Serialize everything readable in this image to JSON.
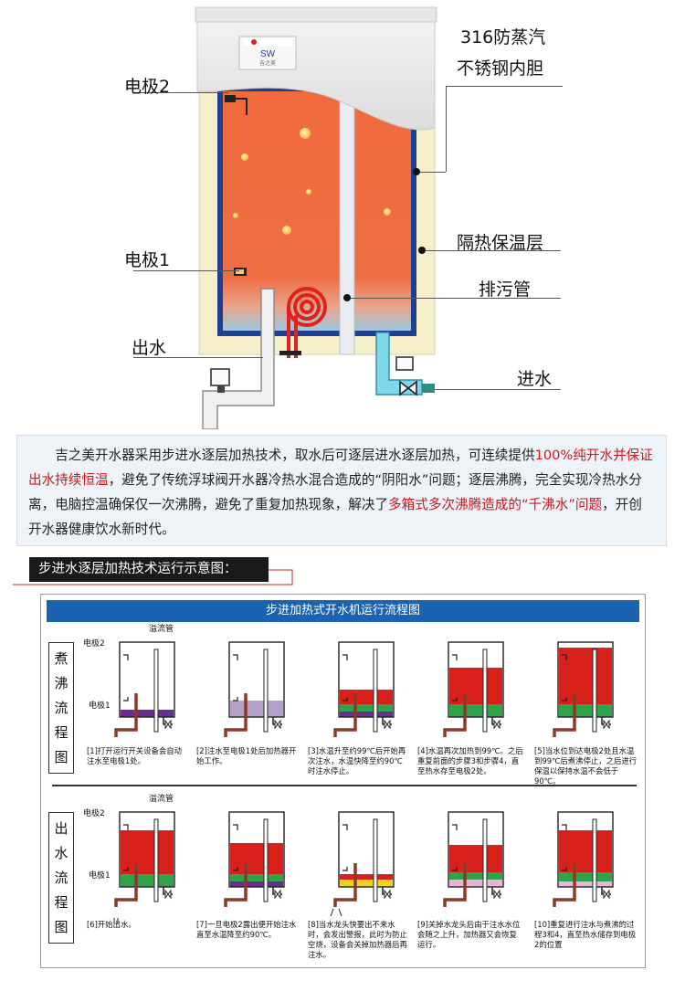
{
  "top_diagram": {
    "labels": {
      "liner": [
        "316防蒸汽",
        "不锈钢内胆"
      ],
      "electrode2": "电极2",
      "electrode1": "电极1",
      "insulation": "隔热保温层",
      "drain": "排污管",
      "outlet": "出水",
      "inlet": "进水"
    },
    "logo": "SW",
    "logo_sub": "吉之美"
  },
  "intro": {
    "p1": "吉之美开水器采用步进水逐层加热技术，取水后可逐层进水逐层加热，可连续提供",
    "p1_red": "100%纯开水并保证出水持续恒温",
    "p2": "，避免了传统浮球阀开水器冷热水混合造成的“阴阳水”问题；逐层沸腾，完全实现冷热水分离，电脑控温确保仅一次沸腾，避免了重复加热现象，解决了",
    "p2_red": "多箱式多次沸腾造成的“千沸水”问题",
    "p3": "，开创开水器健康饮水新时代。"
  },
  "section_title": "步进水逐层加热技术运行示意图：",
  "flow": {
    "header": "步进加热式开水机运行流程图",
    "row1_side": [
      "煮",
      "沸",
      "流",
      "程",
      "图"
    ],
    "row2_side": [
      "出",
      "水",
      "流",
      "程",
      "图"
    ],
    "label_overflow": "溢流管",
    "label_e2": "电极2",
    "label_e1": "电极1",
    "row1_caps": [
      "[1]打开运行开关设备会自动注水至电极1处。",
      "[2]注水至电极1处后加热器开始工作。",
      "[3]水温升至约99℃后开始再次注水，水温快降至约90℃时注水停止。",
      "[4]水温再次加热到99℃。之后重复前面的步骤3和步骤4，直至热水存至电极2处。",
      "[5]当水位到达电极2处且水温到99℃后煮沸停止，之后进行保温以保持水温不会低于90℃。"
    ],
    "row2_caps": [
      "[6]开始出水。",
      "[7]一旦电极2露出便开始注水直至水温降至约90℃。",
      "[8]当水龙头快要出不来水时，会发出警报，此时为防止空烧，设备会关掉加热器后再注水。",
      "[9]关掉水龙头后由于注水水位会随之上升，加热器又会恢复运行。",
      "[10]重复进行注水与煮沸的过程3和4，直至热水储存到电极2的位置"
    ]
  },
  "colors": {
    "tank_orange": "#ee6a3e",
    "liner_blue": "#1c3f8f",
    "insulation": "#f5f0c9",
    "header_blue": "#1b62b0",
    "hot_red": "#d9211c",
    "mid_green": "#2fa34a",
    "cold_purple": "#6a2d91",
    "text_red": "#d0151c"
  }
}
